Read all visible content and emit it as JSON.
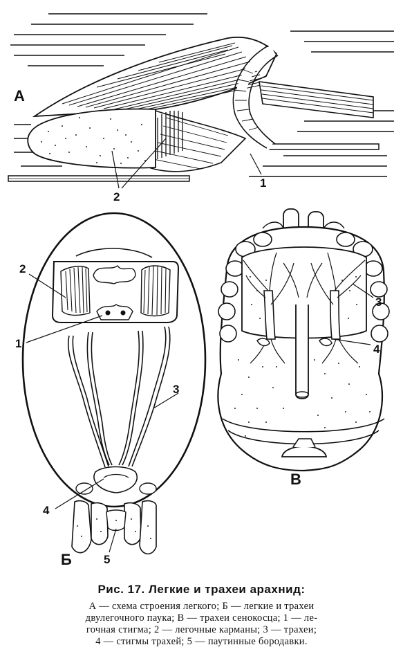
{
  "figure": {
    "panel_labels": {
      "a": "А",
      "b": "Б",
      "v": "В"
    },
    "callouts_a": [
      "2",
      "1"
    ],
    "callouts_b": [
      "2",
      "1",
      "3",
      "4",
      "5"
    ],
    "callouts_v": [
      "3",
      "4"
    ]
  },
  "caption": {
    "title": "Рис. 17. Легкие и трахеи арахнид:",
    "lines": [
      "А — схема строения легкого; Б — легкие и трахеи",
      "двулегочного паука; В — трахеи сенокосца; 1 — ле-",
      "гочная стигма; 2 — легочные карманы; 3 — трахеи;",
      "4 — стигмы трахей; 5 — паутинные бородавки."
    ]
  }
}
